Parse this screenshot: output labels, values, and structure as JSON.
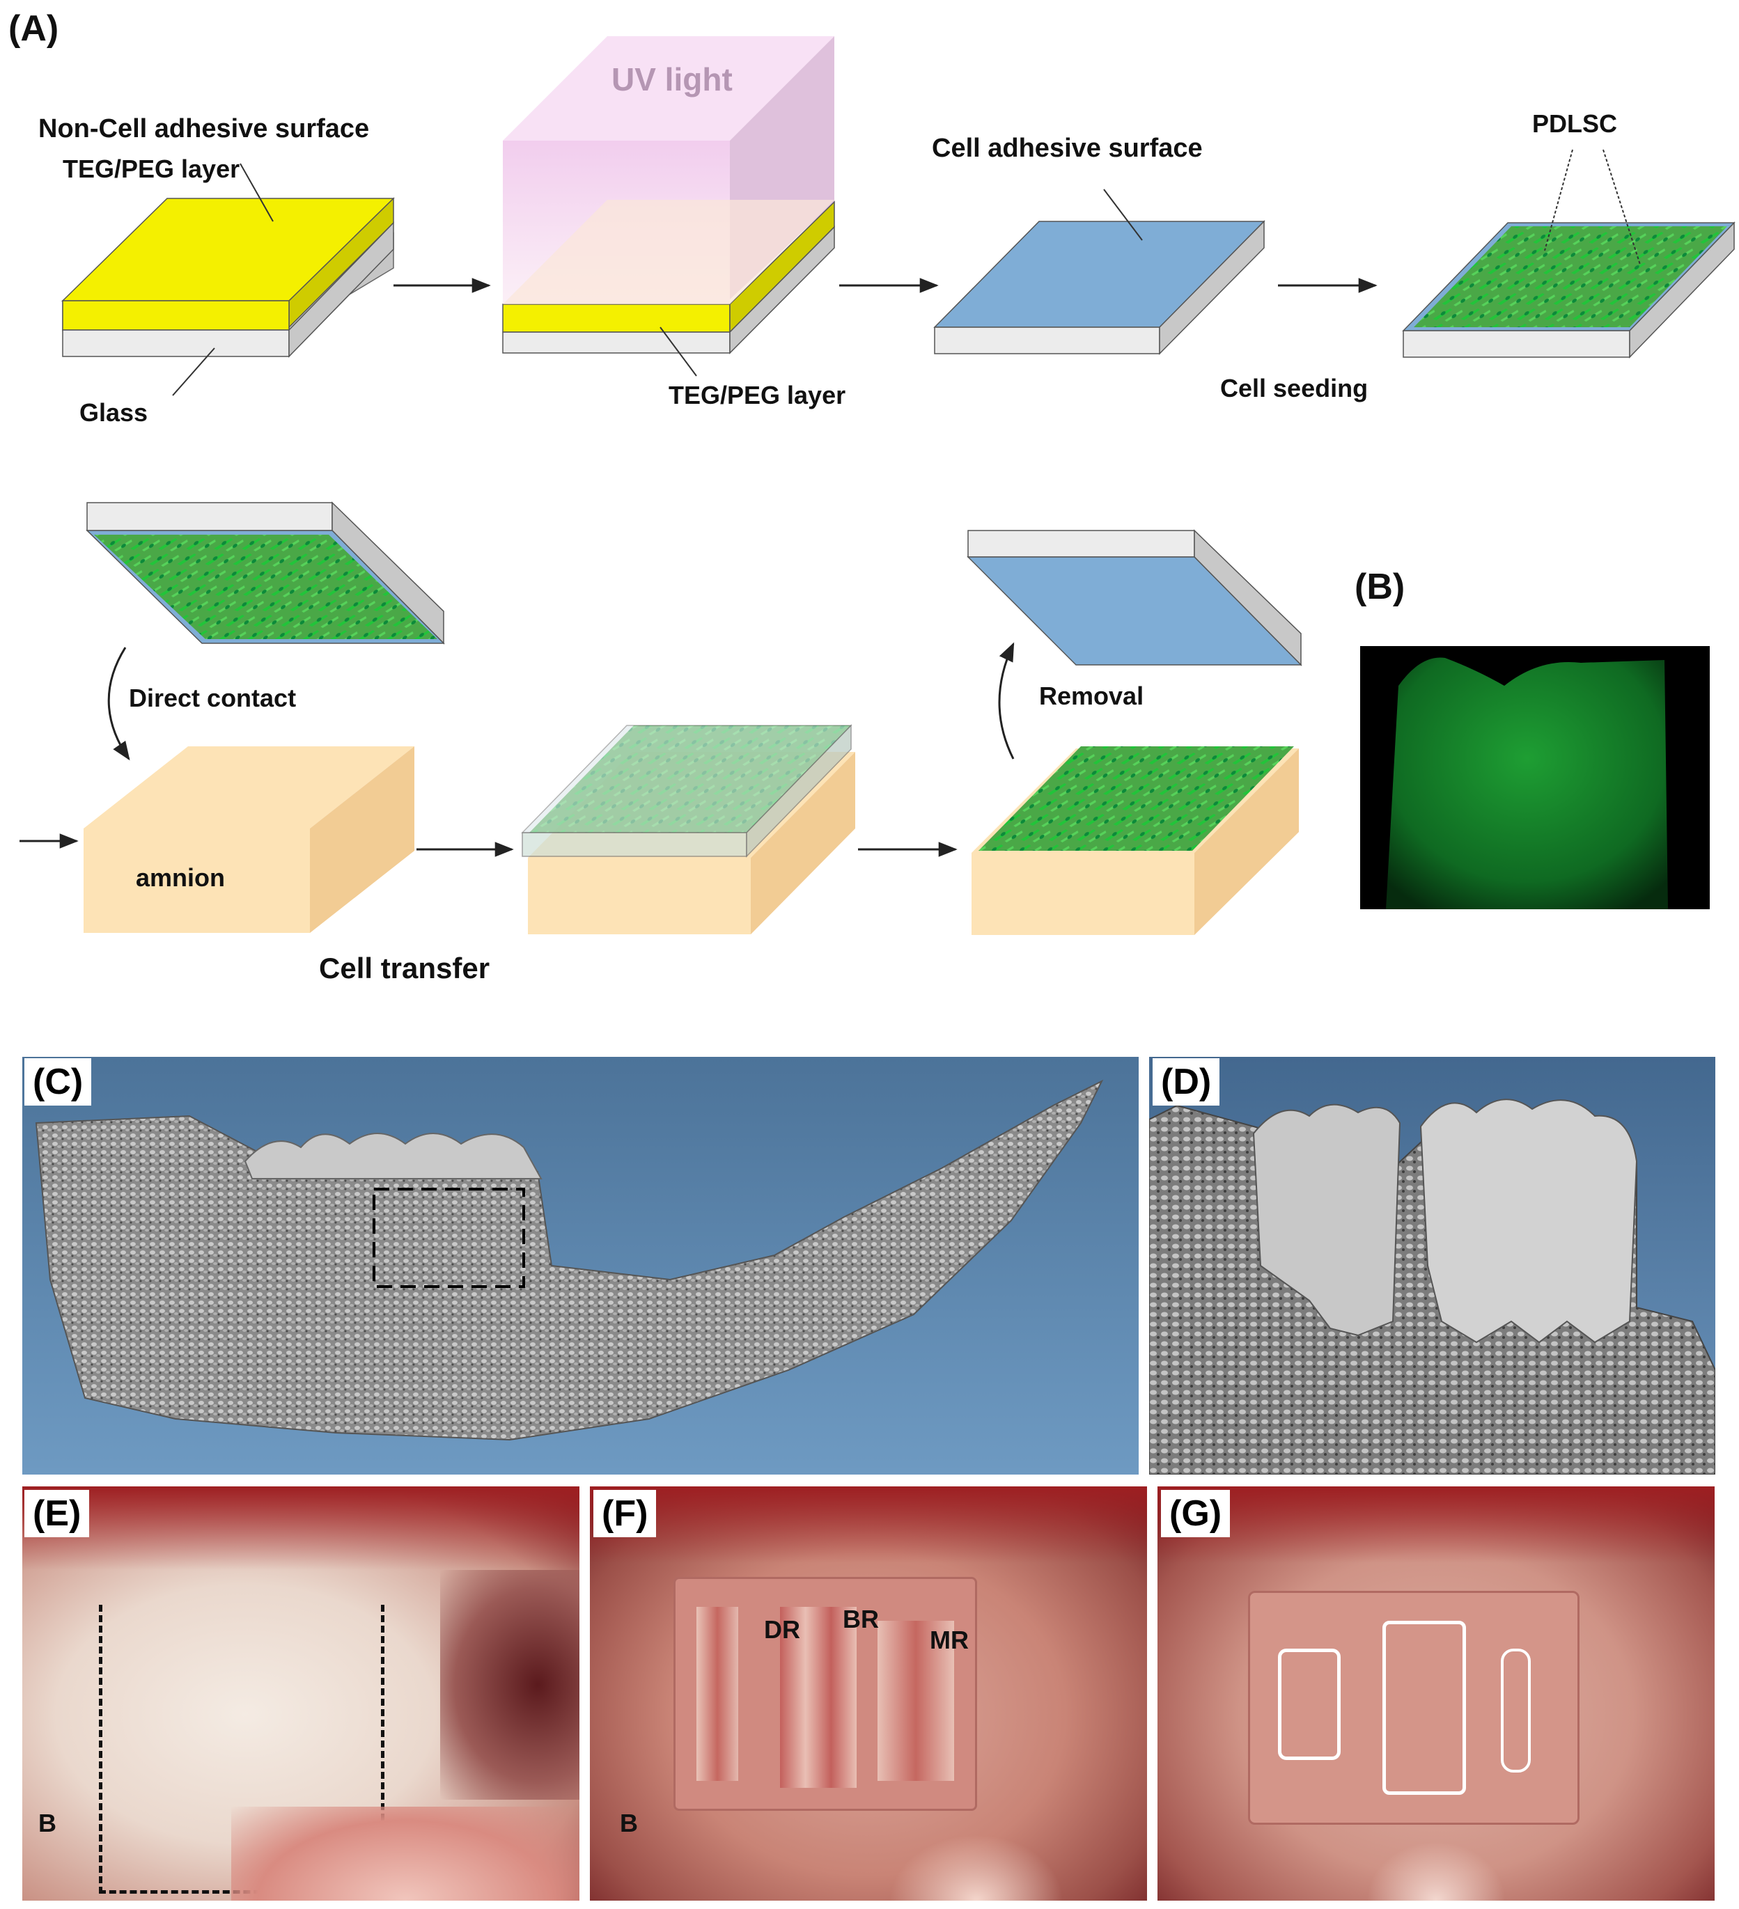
{
  "panels": {
    "a": "(A)",
    "b": "(B)",
    "c": "(C)",
    "d": "(D)",
    "e": "(E)",
    "f": "(F)",
    "g": "(G)"
  },
  "labels_a": {
    "non_cell_adhesive": "Non-Cell adhesive surface",
    "teg_peg_top": "TEG/PEG layer",
    "glass": "Glass",
    "uv_light": "UV light",
    "teg_peg_bottom": "TEG/PEG layer",
    "cell_adhesive": "Cell adhesive surface",
    "cell_seeding": "Cell seeding",
    "pdlsc": "PDLSC",
    "direct_contact": "Direct contact",
    "amnion": "amnion",
    "removal": "Removal",
    "cell_transfer": "Cell transfer"
  },
  "labels_photo": {
    "e_b": "B",
    "f_b": "B",
    "dr": "DR",
    "br": "BR",
    "mr": "MR"
  },
  "colors": {
    "teg_peg_yellow": "#f4f000",
    "glass_grey": "#e4e4e4",
    "adhesive_blue": "#7fadd6",
    "cells_green": "#2fbf3a",
    "amnion_peach": "#fde3b6",
    "uv_pink": "#f3d2ef",
    "fluor_green": "#1fa83a",
    "ct_bg_blue": "#5b84aa",
    "tissue_red": "#c0393e"
  }
}
